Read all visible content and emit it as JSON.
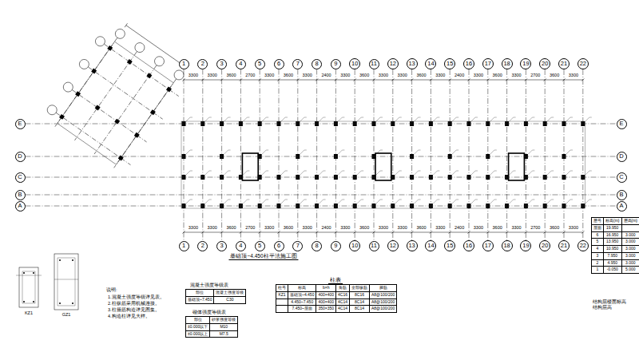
{
  "diagram": {
    "title": "基础顶~4.450柱平法施工图",
    "nodes": [
      {
        "text": [
          "1"
        ]
      },
      {
        "text": [
          "2"
        ]
      },
      {
        "text": [
          "3"
        ]
      },
      {
        "text": [
          "4"
        ]
      },
      {
        "text": [
          "5"
        ]
      },
      {
        "text": [
          "6"
        ]
      },
      {
        "text": [
          "7"
        ]
      },
      {
        "text": [
          "8"
        ]
      },
      {
        "text": [
          "9"
        ]
      },
      {
        "text": [
          "10"
        ]
      },
      {
        "text": [
          "11"
        ]
      },
      {
        "text": [
          "12"
        ]
      },
      {
        "text": [
          "13"
        ]
      },
      {
        "text": [
          "14"
        ]
      },
      {
        "text": [
          "15"
        ]
      },
      {
        "text": [
          "16"
        ]
      },
      {
        "text": [
          "17"
        ]
      },
      {
        "text": [
          "18"
        ]
      },
      {
        "text": [
          "19"
        ]
      },
      {
        "text": [
          "20"
        ]
      },
      {
        "text": [
          "21"
        ]
      },
      {
        "text": [
          "22"
        ]
      },
      {
        "text": [
          "1"
        ]
      },
      {
        "text": [
          "2"
        ]
      },
      {
        "text": [
          "3"
        ]
      },
      {
        "text": [
          "4"
        ]
      },
      {
        "text": [
          "5"
        ]
      },
      {
        "text": [
          "6"
        ]
      },
      {
        "text": [
          "7"
        ]
      },
      {
        "text": [
          "8"
        ]
      },
      {
        "text": [
          "9"
        ]
      },
      {
        "text": [
          "10"
        ]
      },
      {
        "text": [
          "11"
        ]
      },
      {
        "text": [
          "12"
        ]
      },
      {
        "text": [
          "13"
        ]
      },
      {
        "text": [
          "14"
        ]
      },
      {
        "text": [
          "15"
        ]
      },
      {
        "text": [
          "16"
        ]
      },
      {
        "text": [
          "17"
        ]
      },
      {
        "text": [
          "18"
        ]
      },
      {
        "text": [
          "19"
        ]
      },
      {
        "text": [
          "20"
        ]
      },
      {
        "text": [
          "21"
        ]
      },
      {
        "text": [
          "22"
        ]
      },
      {
        "text": [
          "E"
        ]
      },
      {
        "text": [
          "D"
        ]
      },
      {
        "text": [
          "C"
        ]
      },
      {
        "text": [
          "B"
        ]
      },
      {
        "text": [
          "A"
        ]
      },
      {
        "text": [
          "E"
        ]
      },
      {
        "text": [
          "D"
        ]
      },
      {
        "text": [
          "C"
        ]
      },
      {
        "text": [
          "B"
        ]
      },
      {
        "text": [
          "A"
        ]
      }
    ],
    "edges": [
      {
        "from": 0,
        "to": 22,
        "arrow": "none"
      },
      {
        "from": 1,
        "to": 23,
        "arrow": "none"
      },
      {
        "from": 2,
        "to": 24,
        "arrow": "none"
      },
      {
        "from": 3,
        "to": 25,
        "arrow": "none"
      },
      {
        "from": 4,
        "to": 26,
        "arrow": "none"
      },
      {
        "from": 5,
        "to": 27,
        "arrow": "none"
      },
      {
        "from": 6,
        "to": 28,
        "arrow": "none"
      },
      {
        "from": 7,
        "to": 29,
        "arrow": "none"
      },
      {
        "from": 8,
        "to": 30,
        "arrow": "none"
      },
      {
        "from": 9,
        "to": 31,
        "arrow": "none"
      },
      {
        "from": 10,
        "to": 32,
        "arrow": "none"
      },
      {
        "from": 11,
        "to": 33,
        "arrow": "none"
      },
      {
        "from": 12,
        "to": 34,
        "arrow": "none"
      },
      {
        "from": 13,
        "to": 35,
        "arrow": "none"
      },
      {
        "from": 14,
        "to": 36,
        "arrow": "none"
      },
      {
        "from": 15,
        "to": 37,
        "arrow": "none"
      },
      {
        "from": 16,
        "to": 38,
        "arrow": "none"
      },
      {
        "from": 17,
        "to": 39,
        "arrow": "none"
      },
      {
        "from": 18,
        "to": 40,
        "arrow": "none"
      },
      {
        "from": 19,
        "to": 41,
        "arrow": "none"
      },
      {
        "from": 20,
        "to": 42,
        "arrow": "none"
      },
      {
        "from": 21,
        "to": 43,
        "arrow": "none"
      },
      {
        "from": 44,
        "to": 49,
        "arrow": "none"
      },
      {
        "from": 45,
        "to": 50,
        "arrow": "none"
      },
      {
        "from": 46,
        "to": 51,
        "arrow": "none"
      },
      {
        "from": 47,
        "to": 52,
        "arrow": "none"
      },
      {
        "from": 48,
        "to": 53,
        "arrow": "none"
      }
    ],
    "labels": [
      "3300",
      "3300",
      "3600",
      "2700",
      "3300",
      "3600",
      "3300",
      "2400",
      "3300",
      "3600",
      "3300",
      "3300",
      "3600",
      "3300",
      "2400",
      "3300",
      "3600",
      "3300",
      "2700",
      "3600",
      "3300",
      "3300",
      "3300",
      "3600",
      "2700",
      "3300",
      "3600",
      "3300",
      "2400",
      "3300",
      "3600",
      "3300",
      "3300",
      "3600",
      "3300",
      "2400",
      "3300",
      "3600",
      "3300",
      "2700",
      "3600",
      "3300",
      "基础顶~4.450柱平法施工图",
      "说明:",
      "1.混凝土强度等级详见表。",
      "2.柱纵筋采用机械连接。",
      "3.柱箍筋构造详见图集。",
      "4.构造柱详见大样。",
      "混凝土强度等级表",
      "部位",
      "混凝土强度等级",
      "基础顶~7.450",
      "C30",
      "砌体强度等级表",
      "部位",
      "砂浆强度等级",
      "±0.000以下",
      "M10",
      "±0.000以上",
      "M7.5",
      "柱表",
      "柱号",
      "标高",
      "b×h",
      "角筋",
      "全部纵筋",
      "箍筋",
      "KZ1",
      "基础顶~4.450",
      "400×400",
      "4C16",
      "8C16",
      "A8@100/200",
      "4.450~7.450",
      "400×400",
      "4C14",
      "8C14",
      "A8@100/200",
      "7.450~屋面",
      "350×350",
      "4C14",
      "8C14",
      "A8@100/200",
      "层号",
      "标高(m)",
      "层高(m)",
      "屋面",
      "19.950",
      "6",
      "16.950",
      "3.000",
      "5",
      "13.950",
      "3.000",
      "4",
      "10.950",
      "3.000",
      "3",
      "7.950",
      "3.000",
      "2",
      "4.950",
      "3.000",
      "1",
      "-0.050",
      "5.000",
      "结构层楼面标高",
      "结构层高",
      "KZ1",
      "GZ1"
    ]
  }
}
